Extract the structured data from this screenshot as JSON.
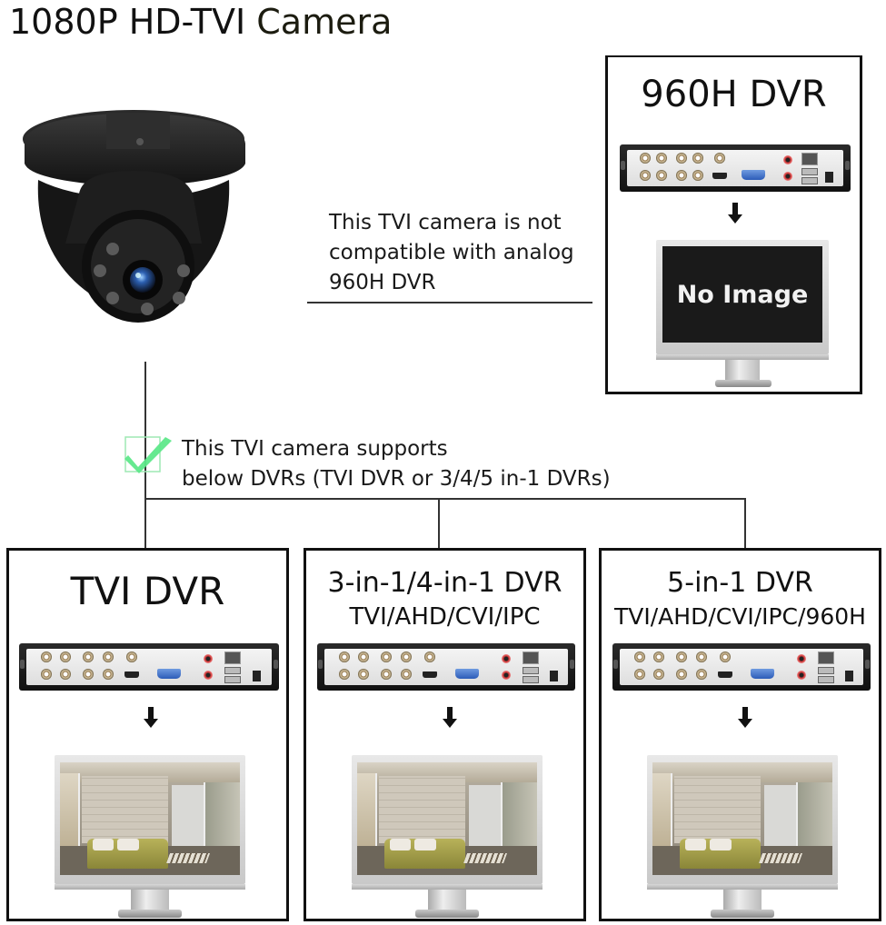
{
  "title": {
    "part1": "1080P HD-TVI ",
    "part2": "Camera"
  },
  "camera": {
    "icon": "dome-camera-icon",
    "color": "#1b1b1b"
  },
  "incompatible": {
    "note_lines": [
      "This TVI camera is not",
      "compatible with analog",
      "960H DVR"
    ],
    "box": {
      "title": "960H DVR",
      "screen_text": "No Image"
    }
  },
  "compatible": {
    "check_icon": "checkmark-icon",
    "check_color": "#5ee88a",
    "note_lines": [
      "This TVI camera supports",
      "below DVRs (TVI DVR or 3/4/5 in-1 DVRs)"
    ],
    "boxes": [
      {
        "title": "TVI DVR",
        "subtitle": ""
      },
      {
        "title": "3-in-1/4-in-1 DVR",
        "subtitle": "TVI/AHD/CVI/IPC"
      },
      {
        "title": "5-in-1 DVR",
        "subtitle": "TVI/AHD/CVI/IPC/960H"
      }
    ]
  }
}
